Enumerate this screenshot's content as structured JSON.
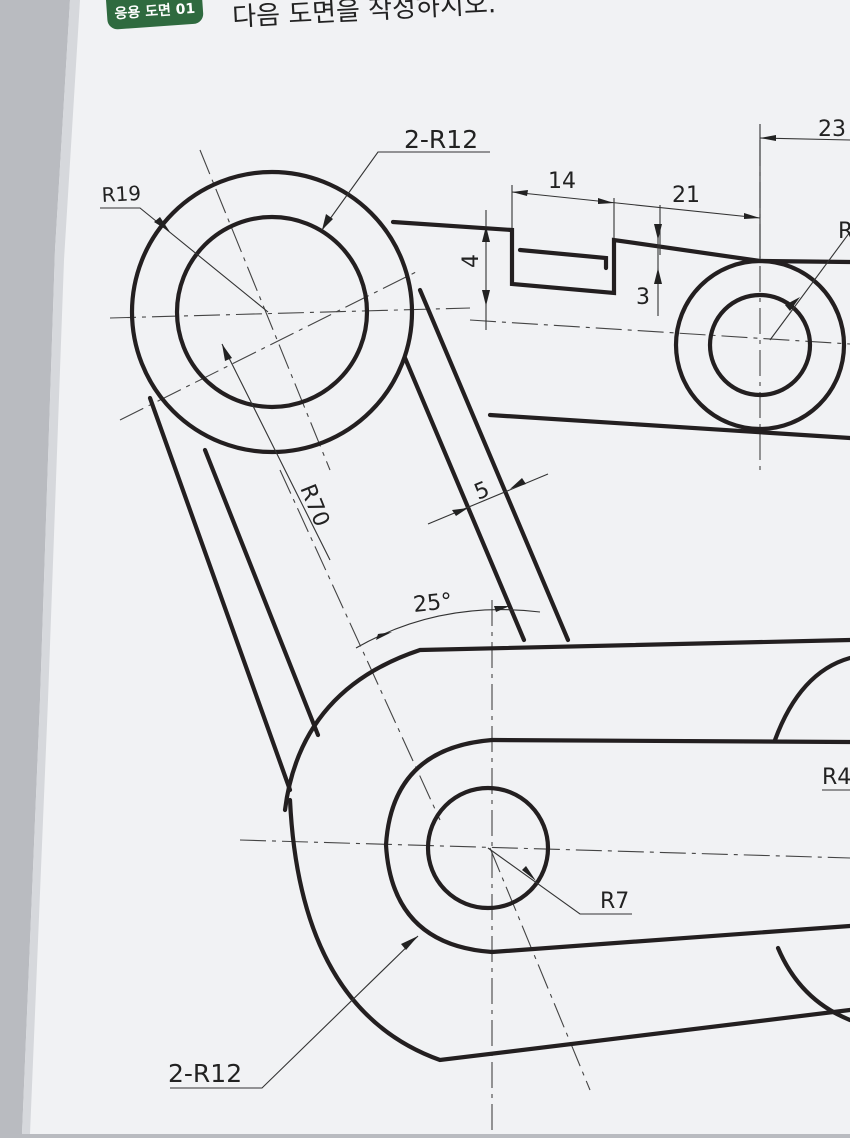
{
  "header": {
    "badge_label": "응용 도면 01",
    "instruction_text": "다음 도면을 작성하시오."
  },
  "drawing": {
    "labels": {
      "r12_top": "2-R12",
      "r19": "R19",
      "dim_14": "14",
      "dim_21": "21",
      "dim_23": "23",
      "dim_4": "4",
      "dim_3": "3",
      "r_partial": "R",
      "r70": "R70",
      "dim_5": "5",
      "angle_25": "25°",
      "r4_partial": "R4",
      "r7": "R7",
      "r12_bottom": "2-R12"
    }
  },
  "colors": {
    "paper": "#f1f2f4",
    "line": "#231f20",
    "badge": "#2f6a3f"
  }
}
